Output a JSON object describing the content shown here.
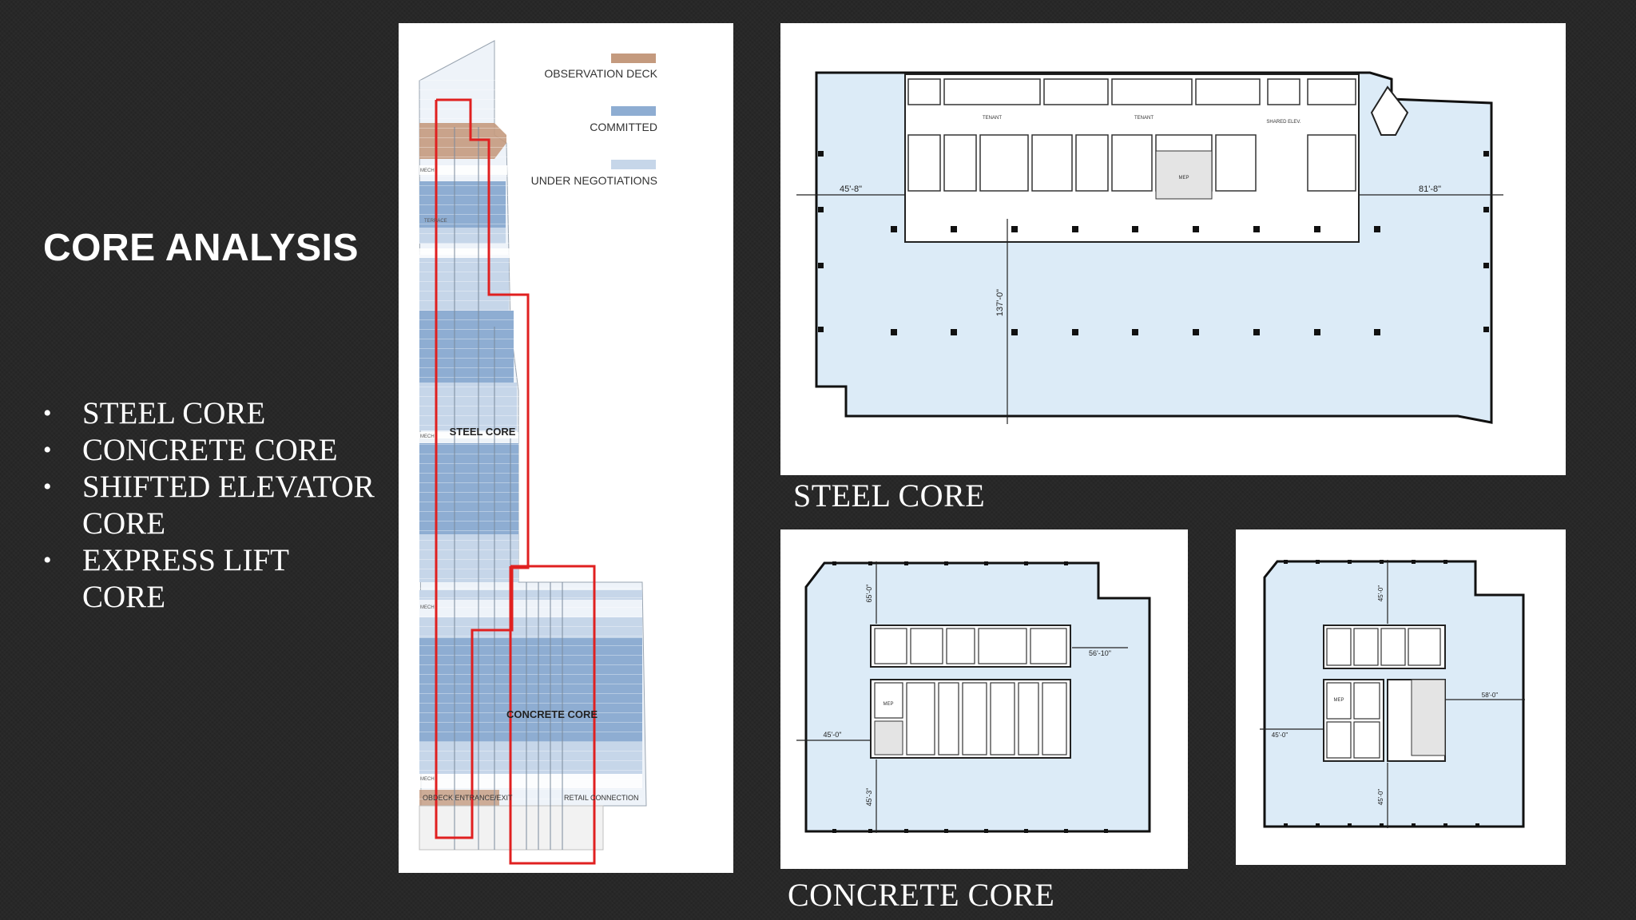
{
  "slide": {
    "title": "CORE ANALYSIS",
    "bullets": [
      "STEEL CORE",
      "CONCRETE CORE",
      "SHIFTED ELEVATOR CORE",
      "EXPRESS LIFT CORE"
    ]
  },
  "section": {
    "legend": [
      "OBSERVATION DECK",
      "COMMITTED",
      "UNDER NEGOTIATIONS"
    ],
    "labels": {
      "steel_core": "STEEL CORE",
      "concrete_core": "CONCRETE CORE",
      "obdeck": "OBDECK ENTRANCE/EXIT",
      "retail": "RETAIL CONNECTION",
      "mech": "MECH",
      "terrace": "TERRACE"
    },
    "colors": {
      "observation_deck": "#c49a7e",
      "committed": "#8eadd2",
      "under_negotiations": "#c6d6e9",
      "highlight": "#e02020"
    }
  },
  "plans": {
    "steel": {
      "caption": "STEEL CORE",
      "dim_left": "45'-8\"",
      "dim_right": "81'-8\"",
      "dim_vertical": "137'-0\"",
      "tenant_labels": [
        "TENANT",
        "TENANT"
      ],
      "shared": "SHARED ELEV.",
      "mep": "MEP"
    },
    "concrete_caption": "CONCRETE CORE",
    "concrete_a": {
      "dim_top": "65'-0\"",
      "dim_right": "56'-10\"",
      "dim_left": "45'-0\"",
      "dim_bottom": "45'-3\"",
      "mep": "MEP"
    },
    "concrete_b": {
      "dim_top": "45'-0\"",
      "dim_right": "58'-0\"",
      "dim_left": "45'-0\"",
      "dim_bottom": "45'-0\"",
      "mep": "MEP"
    },
    "fill_color": "#dcebf7"
  }
}
